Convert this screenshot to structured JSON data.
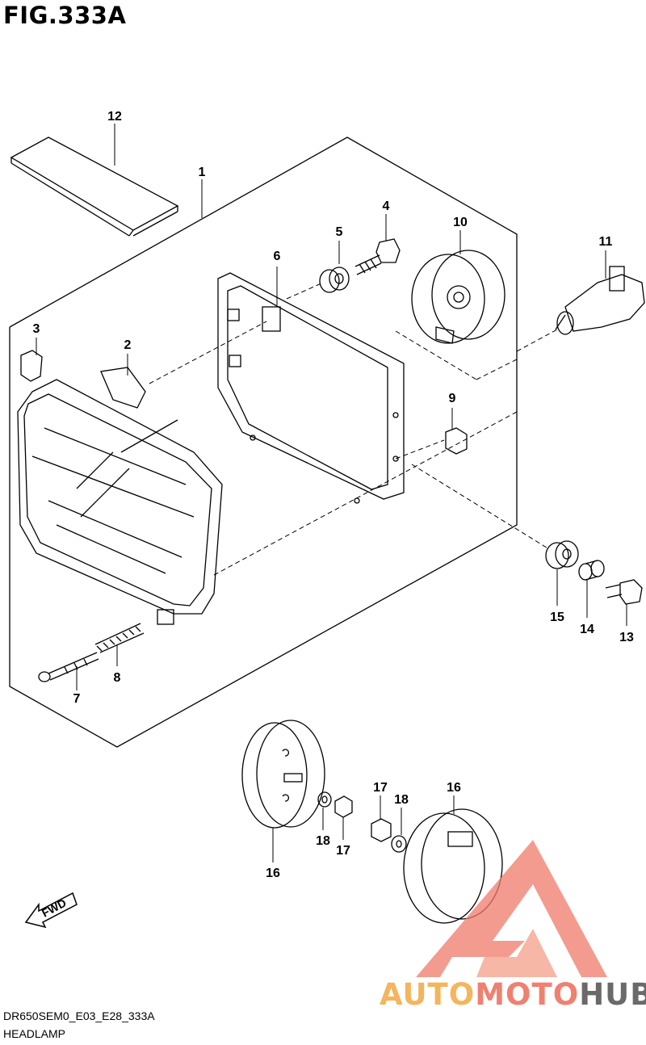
{
  "figure": {
    "title": "FIG.333A",
    "code": "DR650SEM0_E03_E28_333A",
    "name": "HEADLAMP"
  },
  "callouts": [
    {
      "id": "c1",
      "label": "1"
    },
    {
      "id": "c2",
      "label": "2"
    },
    {
      "id": "c3",
      "label": "3"
    },
    {
      "id": "c4",
      "label": "4"
    },
    {
      "id": "c5",
      "label": "5"
    },
    {
      "id": "c6",
      "label": "6"
    },
    {
      "id": "c7",
      "label": "7"
    },
    {
      "id": "c8",
      "label": "8"
    },
    {
      "id": "c9",
      "label": "9"
    },
    {
      "id": "c10",
      "label": "10"
    },
    {
      "id": "c11",
      "label": "11"
    },
    {
      "id": "c12",
      "label": "12"
    },
    {
      "id": "c13",
      "label": "13"
    },
    {
      "id": "c14",
      "label": "14"
    },
    {
      "id": "c15",
      "label": "15"
    },
    {
      "id": "c16a",
      "label": "16"
    },
    {
      "id": "c16b",
      "label": "16"
    },
    {
      "id": "c17a",
      "label": "17"
    },
    {
      "id": "c17b",
      "label": "17"
    },
    {
      "id": "c18a",
      "label": "18"
    },
    {
      "id": "c18b",
      "label": "18"
    }
  ],
  "direction_label": "FWD",
  "watermark": {
    "part_a": "AUTO",
    "part_b": "MOTO",
    "part_c": "HUB"
  },
  "colors": {
    "watermark_orange": "#f4b55d",
    "watermark_red": "#f08070",
    "watermark_gray": "#6a6a6a"
  }
}
